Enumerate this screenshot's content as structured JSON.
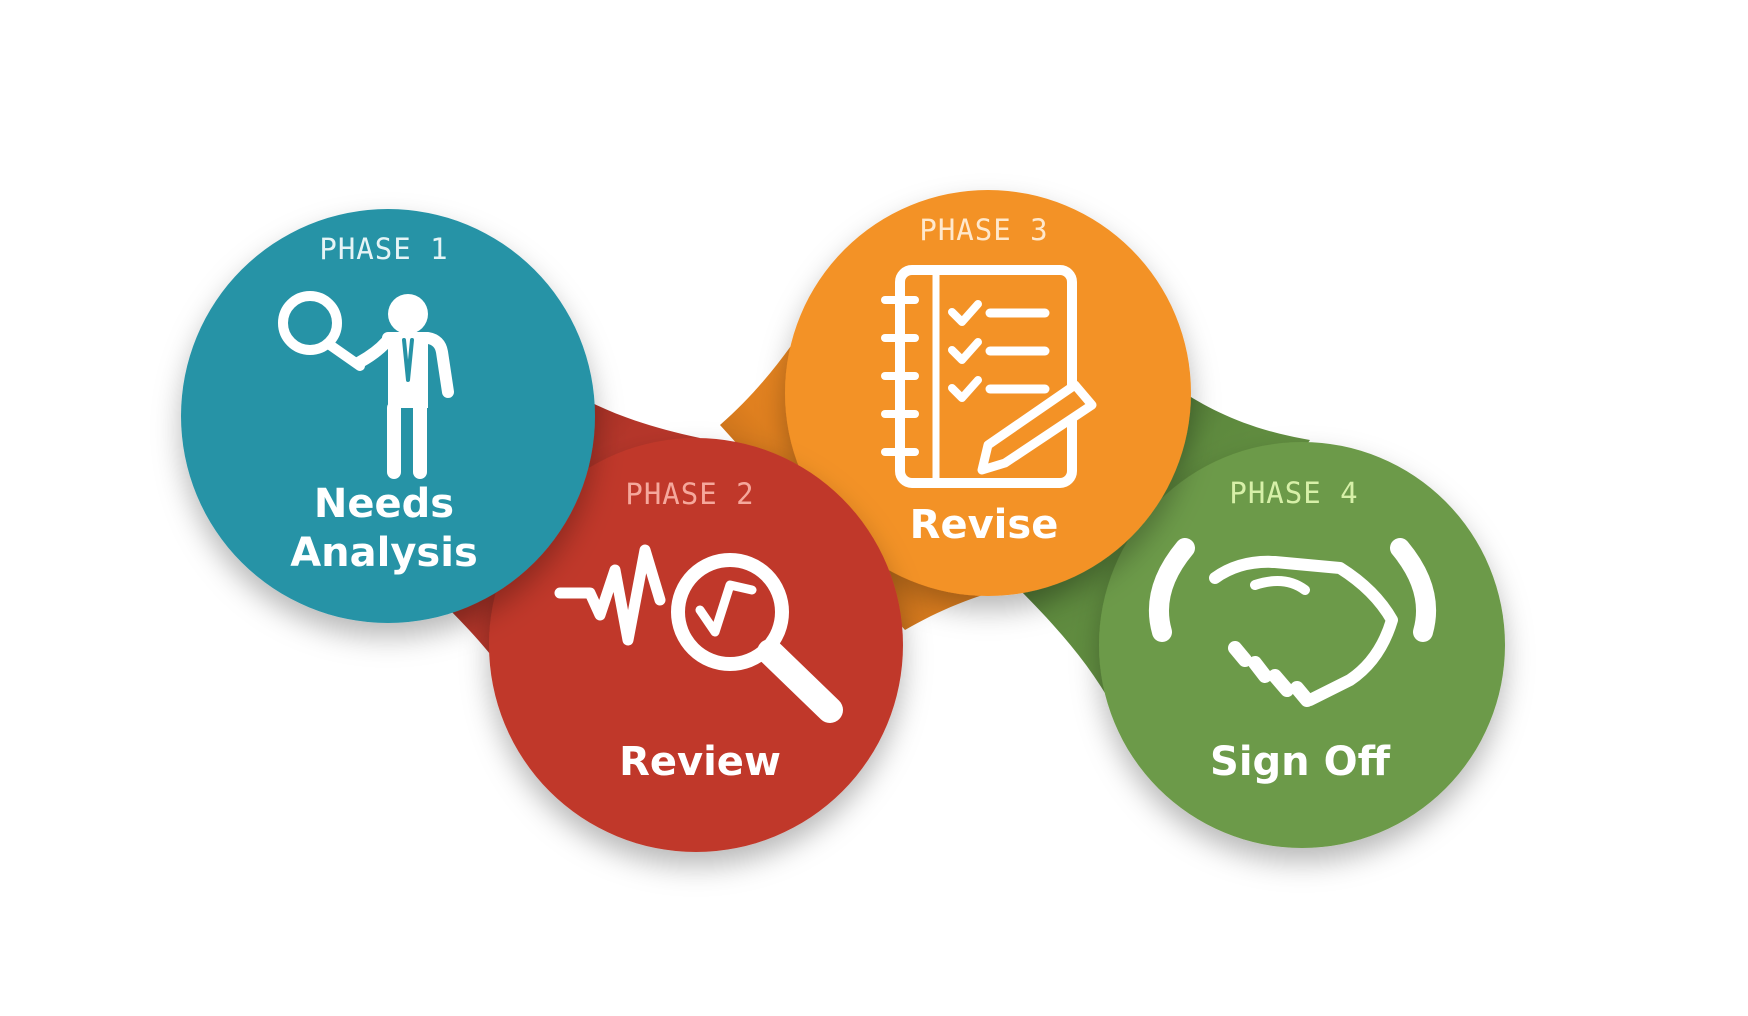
{
  "diagram": {
    "phases": [
      {
        "label": "PHASE 1",
        "title_lines": [
          "Needs",
          "Analysis"
        ],
        "icon": "analyst-magnifier-icon",
        "color": "#2693A6",
        "label_color": "#E6F4F6"
      },
      {
        "label": "PHASE 2",
        "title_lines": [
          "Review"
        ],
        "icon": "waveform-magnifier-icon",
        "color": "#C0392B",
        "label_color": "#F5A89C"
      },
      {
        "label": "PHASE 3",
        "title_lines": [
          "Revise"
        ],
        "icon": "checklist-pencil-icon",
        "color": "#F39226",
        "label_color": "#FFE8CC"
      },
      {
        "label": "PHASE 4",
        "title_lines": [
          "Sign Off"
        ],
        "icon": "handshake-icon",
        "color": "#6C9A48",
        "label_color": "#D7F0A8"
      }
    ]
  }
}
